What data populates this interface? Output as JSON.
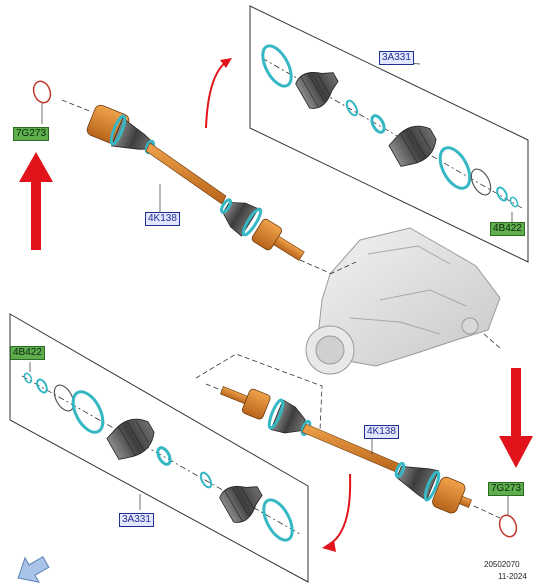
{
  "labels": {
    "upper_left_clip": "7G273",
    "upper_shaft": "4K138",
    "upper_kit": "3A331",
    "upper_right_clip": "4B422",
    "lower_left_clip": "4B422",
    "lower_kit": "3A331",
    "lower_shaft": "4K138",
    "lower_right_clip": "7G273"
  },
  "footer": {
    "code": "20502070",
    "date": "11-2024"
  },
  "colors": {
    "shaft": "#d9822b",
    "ring": "#36b7c4",
    "boot": "#555555",
    "arrow_red": "#e1141b",
    "label_blue_bg": "#e2e6ff",
    "label_green_bg": "#5fae4e"
  },
  "icons": {
    "navigation": "back-arrow-icon"
  }
}
